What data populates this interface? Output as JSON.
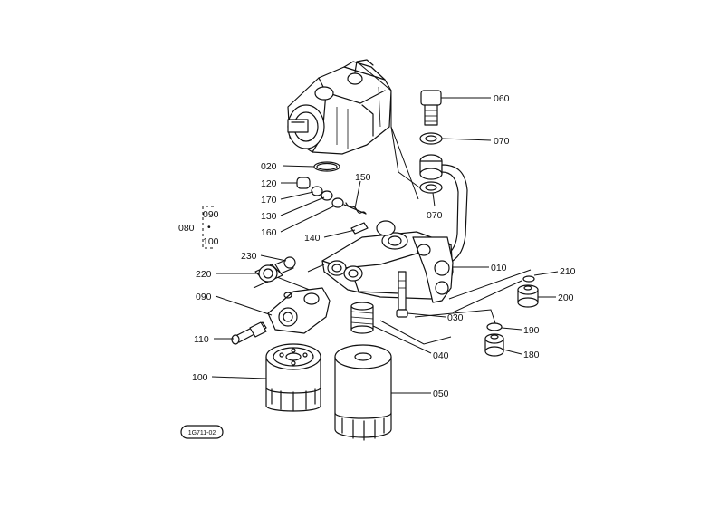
{
  "parts": {
    "p010": "010",
    "p020": "020",
    "p030": "030",
    "p040": "040",
    "p050": "050",
    "p060": "060",
    "p070a": "070",
    "p070b": "070",
    "p080": "080",
    "p090a": "090",
    "p090b": "090",
    "p100a": "100",
    "p100b": "100",
    "p110": "110",
    "p120": "120",
    "p130": "130",
    "p140": "140",
    "p150": "150",
    "p160": "160",
    "p170": "170",
    "p180": "180",
    "p190": "190",
    "p200": "200",
    "p210": "210",
    "p220": "220",
    "p230": "230"
  },
  "stamp": "1G711-02"
}
